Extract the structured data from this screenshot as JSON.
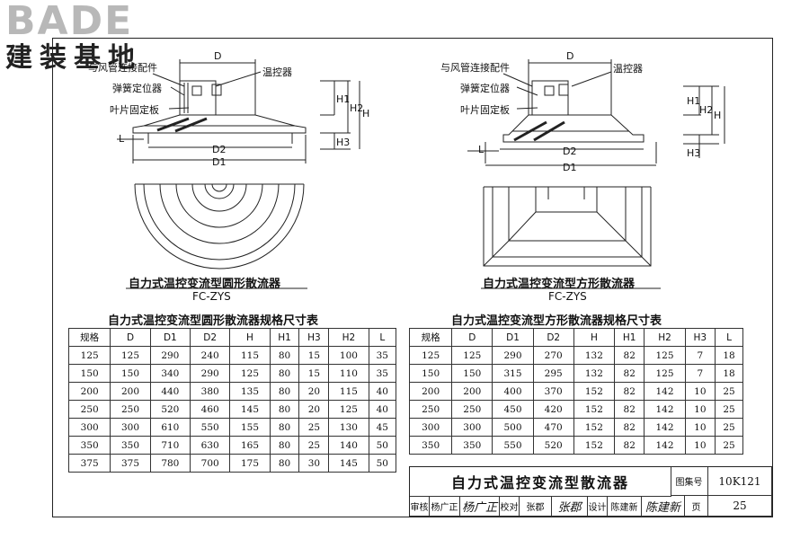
{
  "logo": {
    "en": "BADE",
    "cn": "建装基地"
  },
  "left_drawing": {
    "labels": {
      "connector": "与风管连接配件",
      "spring": "弹簧定位器",
      "blade": "叶片固定板",
      "thermostat": "温控器",
      "D": "D",
      "D1": "D1",
      "D2": "D2",
      "H": "H",
      "H1": "H1",
      "H2": "H2",
      "H3": "H3",
      "L": "L"
    },
    "title": "自力式温控变流型圆形散流器",
    "model": "FC-ZYS"
  },
  "right_drawing": {
    "labels": {
      "connector": "与风管连接配件",
      "spring": "弹簧定位器",
      "blade": "叶片固定板",
      "thermostat": "温控器",
      "D": "D",
      "D1": "D1",
      "D2": "D2",
      "H": "H",
      "H1": "H1",
      "H2": "H2",
      "H3": "H3",
      "L": "L"
    },
    "title": "自力式温控变流型方形散流器",
    "model": "FC-ZYS"
  },
  "round_table": {
    "title": "自力式温控变流型圆形散流器规格尺寸表",
    "headers": [
      "规格",
      "D",
      "D1",
      "D2",
      "H",
      "H1",
      "H3",
      "H2",
      "L"
    ],
    "rows": [
      [
        "125",
        "125",
        "290",
        "240",
        "115",
        "80",
        "15",
        "100",
        "35"
      ],
      [
        "150",
        "150",
        "340",
        "290",
        "125",
        "80",
        "15",
        "110",
        "35"
      ],
      [
        "200",
        "200",
        "440",
        "380",
        "135",
        "80",
        "20",
        "115",
        "40"
      ],
      [
        "250",
        "250",
        "520",
        "460",
        "145",
        "80",
        "20",
        "125",
        "40"
      ],
      [
        "300",
        "300",
        "610",
        "550",
        "155",
        "80",
        "25",
        "130",
        "45"
      ],
      [
        "350",
        "350",
        "710",
        "630",
        "165",
        "80",
        "25",
        "140",
        "50"
      ],
      [
        "375",
        "375",
        "780",
        "700",
        "175",
        "80",
        "30",
        "145",
        "50"
      ]
    ]
  },
  "square_table": {
    "title": "自力式温控变流型方形散流器规格尺寸表",
    "headers": [
      "规格",
      "D",
      "D1",
      "D2",
      "H",
      "H1",
      "H2",
      "H3",
      "L"
    ],
    "rows": [
      [
        "125",
        "125",
        "290",
        "270",
        "132",
        "82",
        "125",
        "7",
        "18"
      ],
      [
        "150",
        "150",
        "315",
        "295",
        "132",
        "82",
        "125",
        "7",
        "18"
      ],
      [
        "200",
        "200",
        "400",
        "370",
        "152",
        "82",
        "142",
        "10",
        "25"
      ],
      [
        "250",
        "250",
        "450",
        "420",
        "152",
        "82",
        "142",
        "10",
        "25"
      ],
      [
        "300",
        "300",
        "500",
        "470",
        "152",
        "82",
        "142",
        "10",
        "25"
      ],
      [
        "350",
        "350",
        "550",
        "520",
        "152",
        "82",
        "142",
        "10",
        "25"
      ]
    ]
  },
  "title_block": {
    "main_title": "自力式温控变流型散流器",
    "atlas_label": "图集号",
    "atlas_no": "10K121",
    "review_label": "审核",
    "reviewer": "杨广正",
    "reviewer_sig": "杨广正",
    "check_label": "校对",
    "checker": "张郡",
    "checker_sig": "张郡",
    "design_label": "设计",
    "designer": "陈建新",
    "designer_sig": "陈建新",
    "page_label": "页",
    "page_no": "25"
  }
}
